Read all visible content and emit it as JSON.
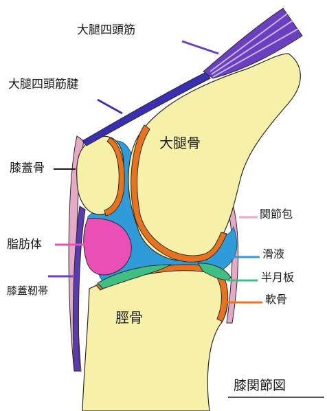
{
  "labels": {
    "quadriceps": "大腿四頭筋",
    "quadriceps_tendon": "大腿四頭筋腱",
    "femur": "大腿骨",
    "patella": "膝蓋骨",
    "joint_capsule": "関節包",
    "fat_pad": "脂肪体",
    "synovial_fluid": "滑液",
    "meniscus": "半月板",
    "patellar_ligament": "膝蓋靭帯",
    "cartilage": "軟骨",
    "tibia": "脛骨"
  },
  "title": "膝関節図",
  "colors": {
    "bone": "#f7f0a8",
    "cartilage": "#e8731f",
    "synovial": "#2f9bd8",
    "fat_pad": "#e94fb5",
    "meniscus": "#3fbf83",
    "muscle": "#6a3fc0",
    "ligament": "#5a3ab0",
    "capsule": "#e7a9c8",
    "leader_pink": "#f2a6c8",
    "leader_blue": "#2f9bd8",
    "leader_green": "#3fbf83",
    "leader_orange": "#e8731f",
    "leader_purple": "#6a3fc0"
  }
}
